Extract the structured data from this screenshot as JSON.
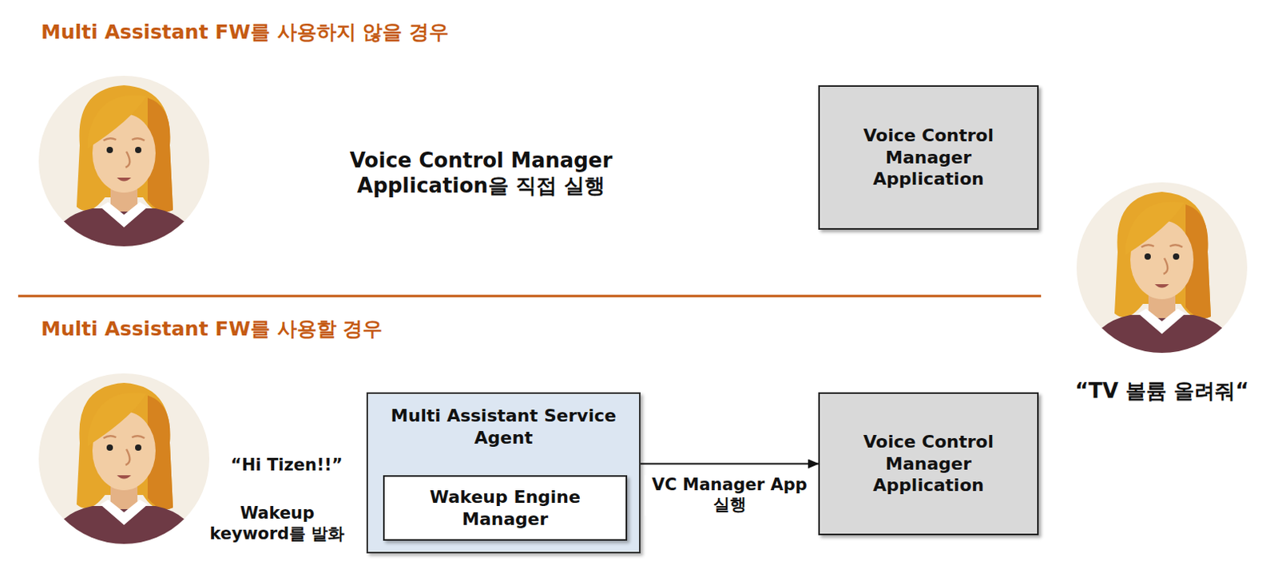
{
  "diagram": {
    "nodes": [
      {
        "text": [
          "Voice Control Manager Application"
        ]
      },
      {
        "text": [
          "Multi Assistant Service Agent"
        ]
      },
      {
        "text": [
          "Wakeup Engine Manager"
        ],
        "in": 1
      },
      {
        "text": [
          "Voice Control Manager Application"
        ]
      }
    ],
    "edges": [
      {
        "from": 1,
        "to": 3,
        "arrow": "to",
        "label": "VC Manager App 실행"
      }
    ],
    "labels": [
      "Multi Assistant FW를 사용하지 않을 경우",
      "Voice Control Manager Application을 직접 실행",
      "“TV 볼륨 올려줘“",
      "Multi Assistant FW를 사용할 경우",
      "“Hi Tizen!!”",
      "Wakeup keyword를 발화"
    ]
  }
}
